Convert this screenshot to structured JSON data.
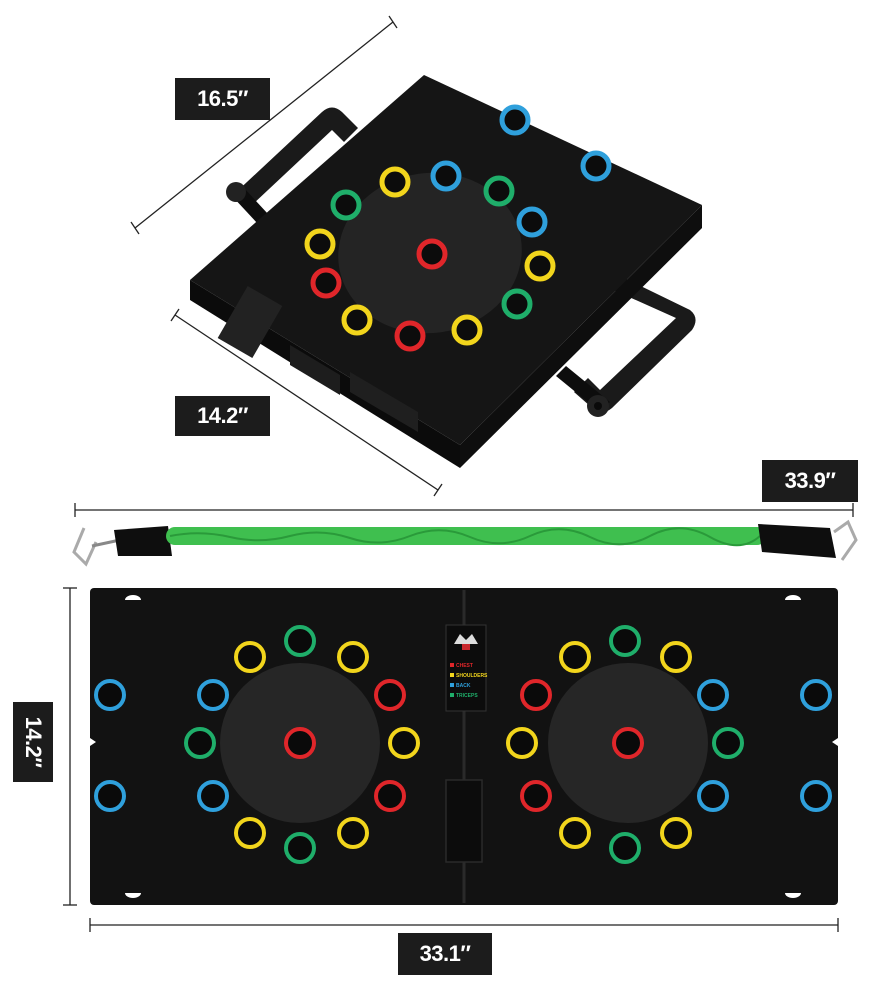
{
  "dimensions": {
    "folded_length": "16.5″",
    "folded_width": "14.2″",
    "band_length": "33.9″",
    "open_height": "14.2″",
    "open_length": "33.1″"
  },
  "board_legend": {
    "items": [
      "CHEST",
      "SHOULDERS",
      "BACK",
      "TRICEPS"
    ],
    "colors": [
      "#e0262a",
      "#f2d51c",
      "#2fa0dc",
      "#1fae6a"
    ]
  },
  "colors": {
    "board": "#121212",
    "ring_red": "#e0262a",
    "ring_yellow": "#f2d51c",
    "ring_blue": "#2fa0dc",
    "ring_green": "#1fae6a",
    "band": "#3fbf4f"
  }
}
